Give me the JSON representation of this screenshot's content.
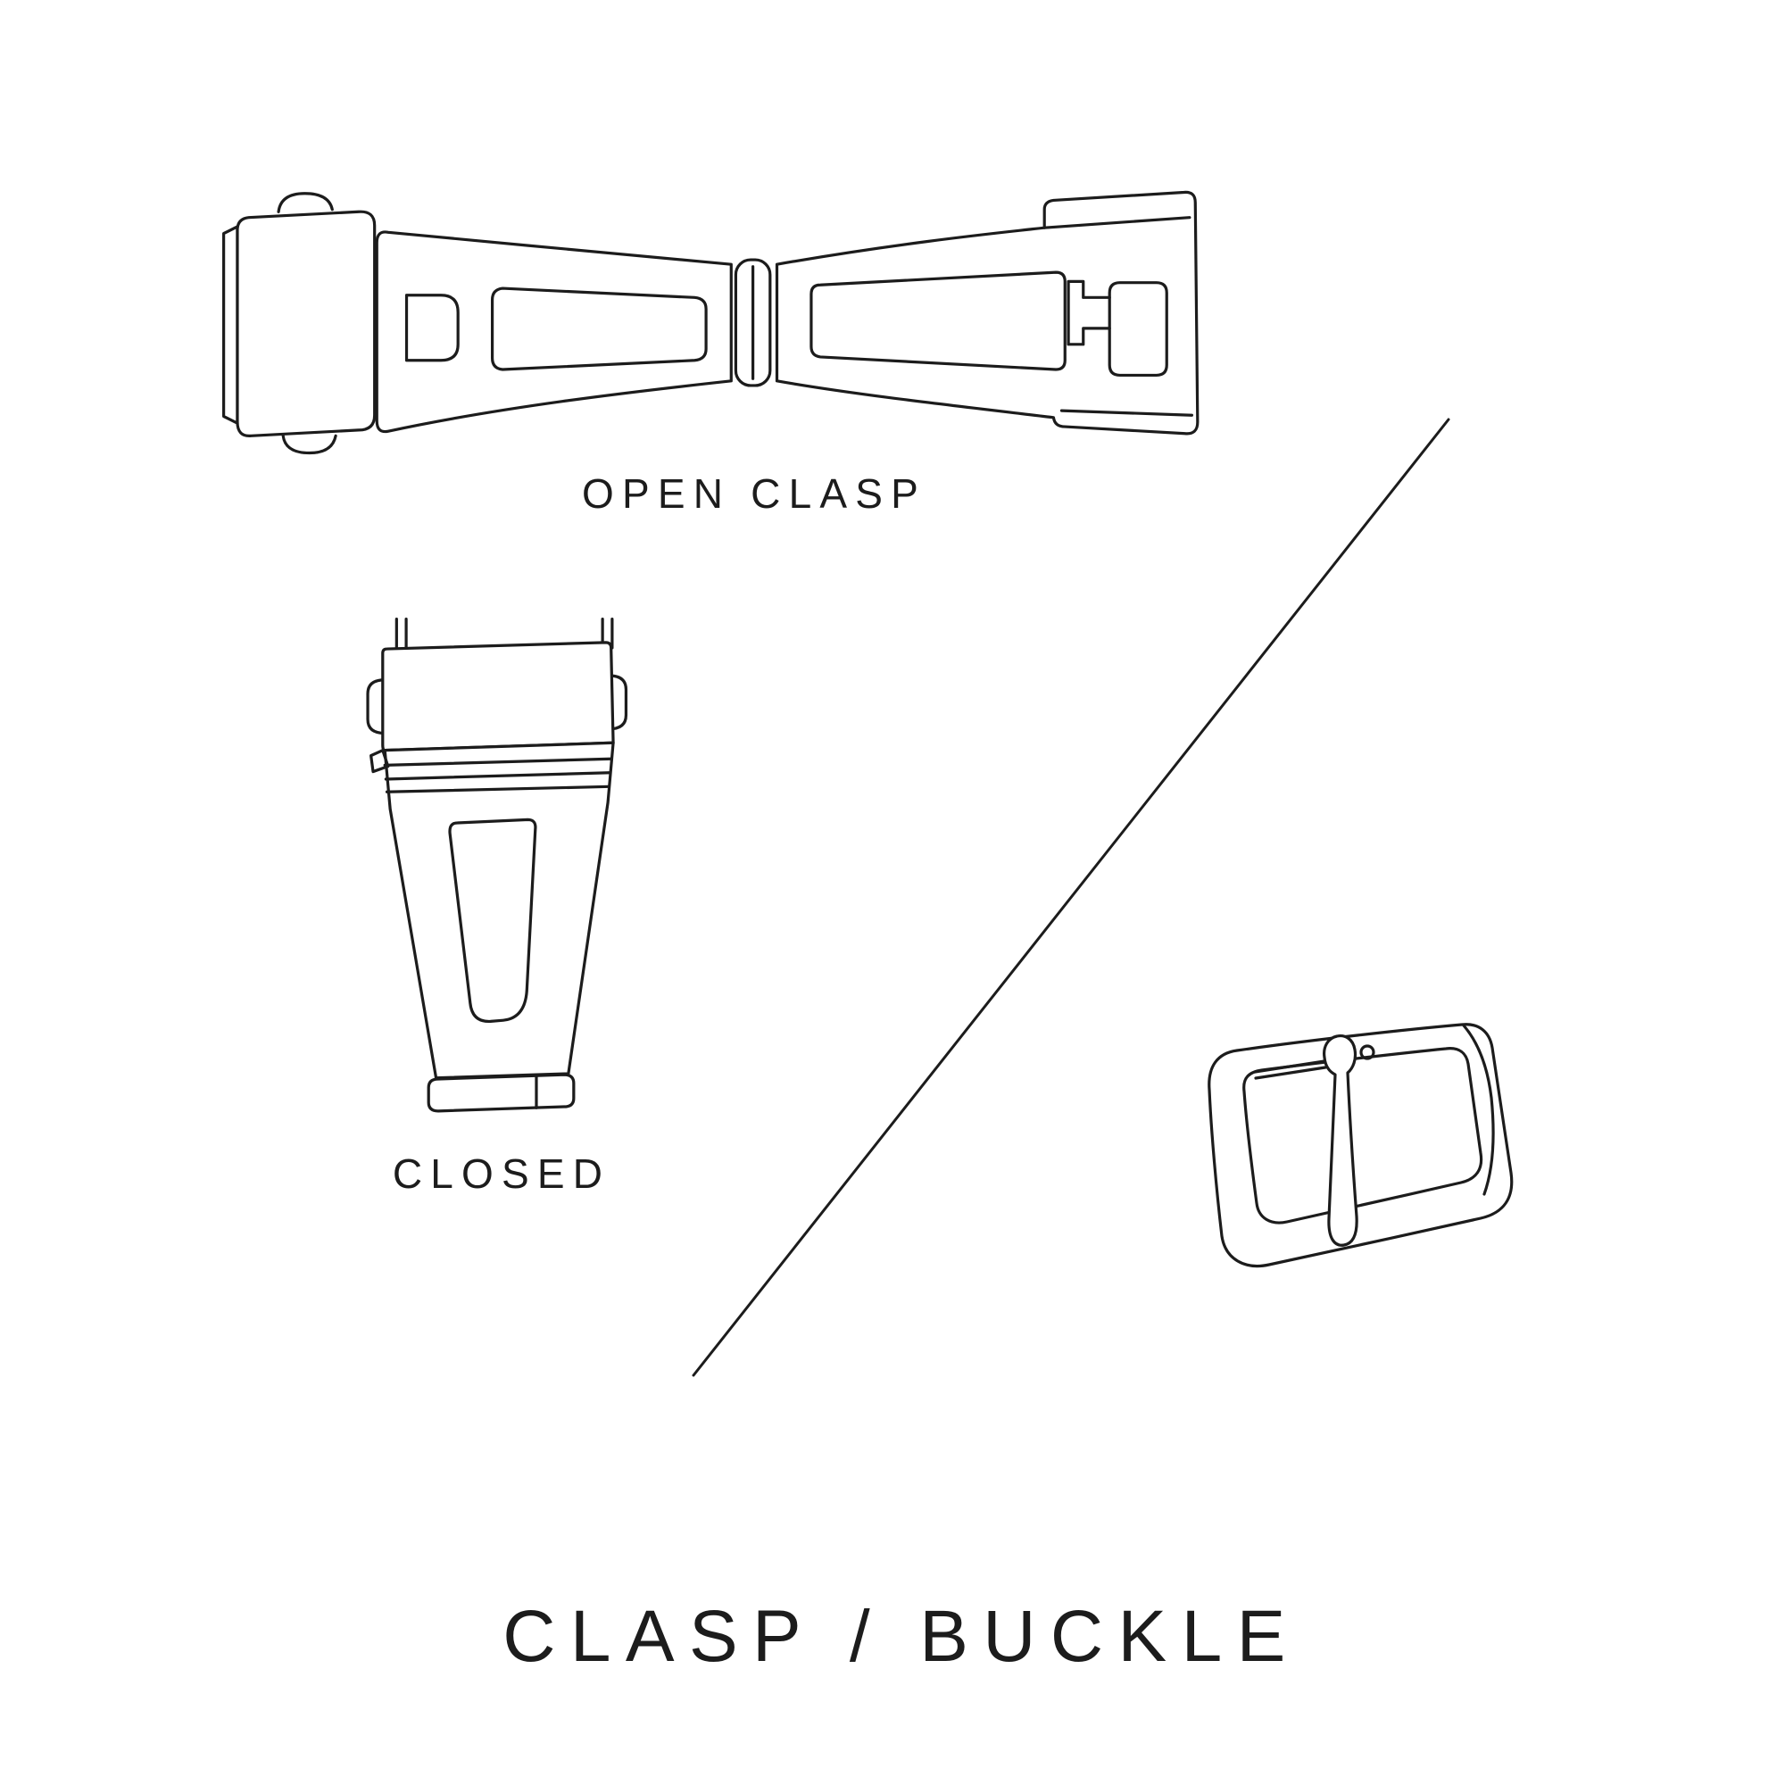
{
  "canvas": {
    "background": "#ffffff",
    "ink": "#1c1c1c"
  },
  "labels": {
    "open_clasp": "OPEN CLASP",
    "closed": "CLOSED"
  },
  "title": {
    "text": "CLASP / BUCKLE"
  },
  "figures": {
    "open_clasp_icon": "open-deployant-clasp-illustration",
    "closed_clasp_icon": "closed-deployant-clasp-illustration",
    "buckle_icon": "tang-buckle-illustration",
    "divider_icon": "diagonal-divider-line"
  }
}
